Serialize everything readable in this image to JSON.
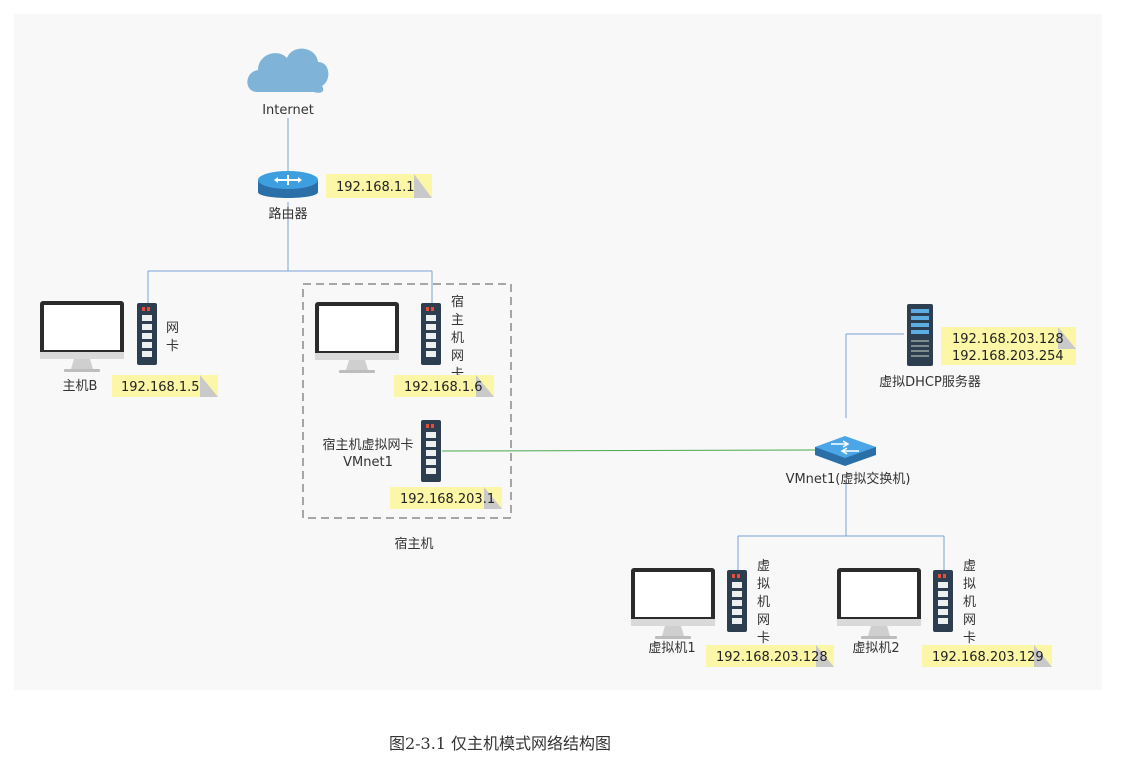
{
  "colors": {
    "background": "#f8f8f9",
    "link_line": "#7a9fd6",
    "vmnet_line": "#4aa84a",
    "note_fill": "#fbf7a6",
    "note_fold": "#c9c9c9",
    "cloud": "#7fb3d8",
    "router_top": "#3d9ee0",
    "switch_top": "#4aa6e6",
    "device_dark": "#2c3e50",
    "monitor_bezel": "#2b2b2b"
  },
  "internet": {
    "label": "Internet",
    "icon": "cloud-icon"
  },
  "router": {
    "label": "路由器",
    "ip": "192.168.1.1",
    "icon": "router-icon"
  },
  "host_b": {
    "label": "主机B",
    "nic_label": [
      "网",
      "卡"
    ],
    "ip": "192.168.1.5"
  },
  "host_machine": {
    "label": "宿主机",
    "nic_label": [
      "宿",
      "主",
      "机",
      "网",
      "卡"
    ],
    "nic_ip": "192.168.1.6",
    "vnic_label_line1": "宿主机虚拟网卡",
    "vnic_label_line2": "VMnet1",
    "vnic_ip": "192.168.203.1"
  },
  "dhcp_server": {
    "label": "虚拟DHCP服务器",
    "ip_line1": "192.168.203.128",
    "ip_line2": "192.168.203.254",
    "icon": "server-icon"
  },
  "vswitch": {
    "label": "VMnet1(虚拟交换机)",
    "icon": "switch-icon"
  },
  "vm1": {
    "label": "虚拟机1",
    "nic_label": [
      "虚",
      "拟",
      "机",
      "网",
      "卡"
    ],
    "ip": "192.168.203.128"
  },
  "vm2": {
    "label": "虚拟机2",
    "nic_label": [
      "虚",
      "拟",
      "机",
      "网",
      "卡"
    ],
    "ip": "192.168.203.129"
  },
  "caption": "图2-3.1 仅主机模式网络结构图"
}
